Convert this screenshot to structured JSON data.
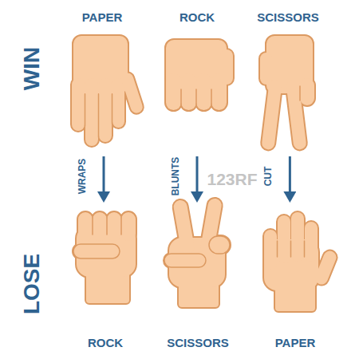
{
  "diagram": {
    "nodes": [
      {
        "text": [
          "PAPER"
        ]
      },
      {
        "text": [
          "ROCK"
        ]
      },
      {
        "text": [
          "SCISSORS"
        ]
      },
      {
        "text": [
          "ROCK"
        ]
      },
      {
        "text": [
          "SCISSORS"
        ]
      },
      {
        "text": [
          "PAPER"
        ]
      }
    ],
    "edges": [
      {
        "from": 0,
        "to": 3,
        "arrow": "to",
        "label": "WRAPS"
      },
      {
        "from": 1,
        "to": 4,
        "arrow": "to",
        "label": "BLUNTS"
      },
      {
        "from": 2,
        "to": 5,
        "arrow": "to",
        "label": "CUT"
      }
    ],
    "labels": [
      "WIN",
      "LOSE",
      "123RF"
    ]
  }
}
